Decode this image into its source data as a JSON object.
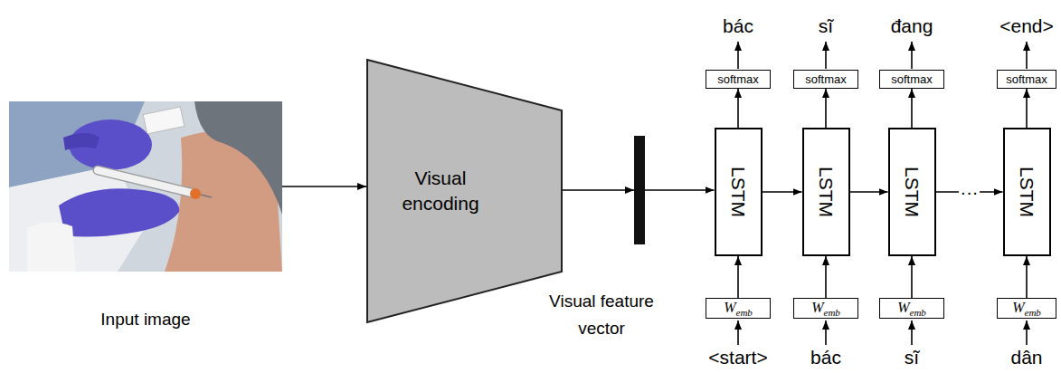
{
  "diagram": {
    "nodes": [
      {
        "text": [
          "Input image"
        ]
      },
      {
        "text": [
          "Visual encoding"
        ]
      },
      {
        "text": [
          "Visual feature vector"
        ]
      },
      {
        "text": [
          "softmax"
        ]
      },
      {
        "text": [
          "LSTM"
        ]
      },
      {
        "text": [
          "W",
          "emb"
        ]
      },
      {
        "text": [
          "softmax"
        ]
      },
      {
        "text": [
          "LSTM"
        ]
      },
      {
        "text": [
          "W",
          "emb"
        ]
      },
      {
        "text": [
          "softmax"
        ]
      },
      {
        "text": [
          "LSTM"
        ]
      },
      {
        "text": [
          "W",
          "emb"
        ]
      },
      {
        "text": [
          "softmax"
        ]
      },
      {
        "text": [
          "LSTM"
        ]
      },
      {
        "text": [
          "W",
          "emb"
        ]
      }
    ],
    "edges": [
      {
        "from": 0,
        "to": 1,
        "arrow": "to"
      },
      {
        "from": 1,
        "to": 2,
        "arrow": "to"
      },
      {
        "from": 2,
        "to": 4,
        "arrow": "to"
      },
      {
        "from": 5,
        "to": 4,
        "arrow": "to"
      },
      {
        "from": 4,
        "to": 3,
        "arrow": "to"
      },
      {
        "from": 8,
        "to": 7,
        "arrow": "to"
      },
      {
        "from": 7,
        "to": 6,
        "arrow": "to"
      },
      {
        "from": 11,
        "to": 10,
        "arrow": "to"
      },
      {
        "from": 10,
        "to": 9,
        "arrow": "to"
      },
      {
        "from": 14,
        "to": 13,
        "arrow": "to"
      },
      {
        "from": 13,
        "to": 12,
        "arrow": "to"
      },
      {
        "from": 4,
        "to": 7,
        "arrow": "to"
      },
      {
        "from": 7,
        "to": 10,
        "arrow": "to"
      },
      {
        "from": 10,
        "to": 13,
        "label": "···",
        "arrow": "to"
      }
    ],
    "labels": [
      "bác",
      "sĩ",
      "đang",
      "<end>",
      "<start>",
      "bác",
      "sĩ",
      "dân"
    ]
  }
}
